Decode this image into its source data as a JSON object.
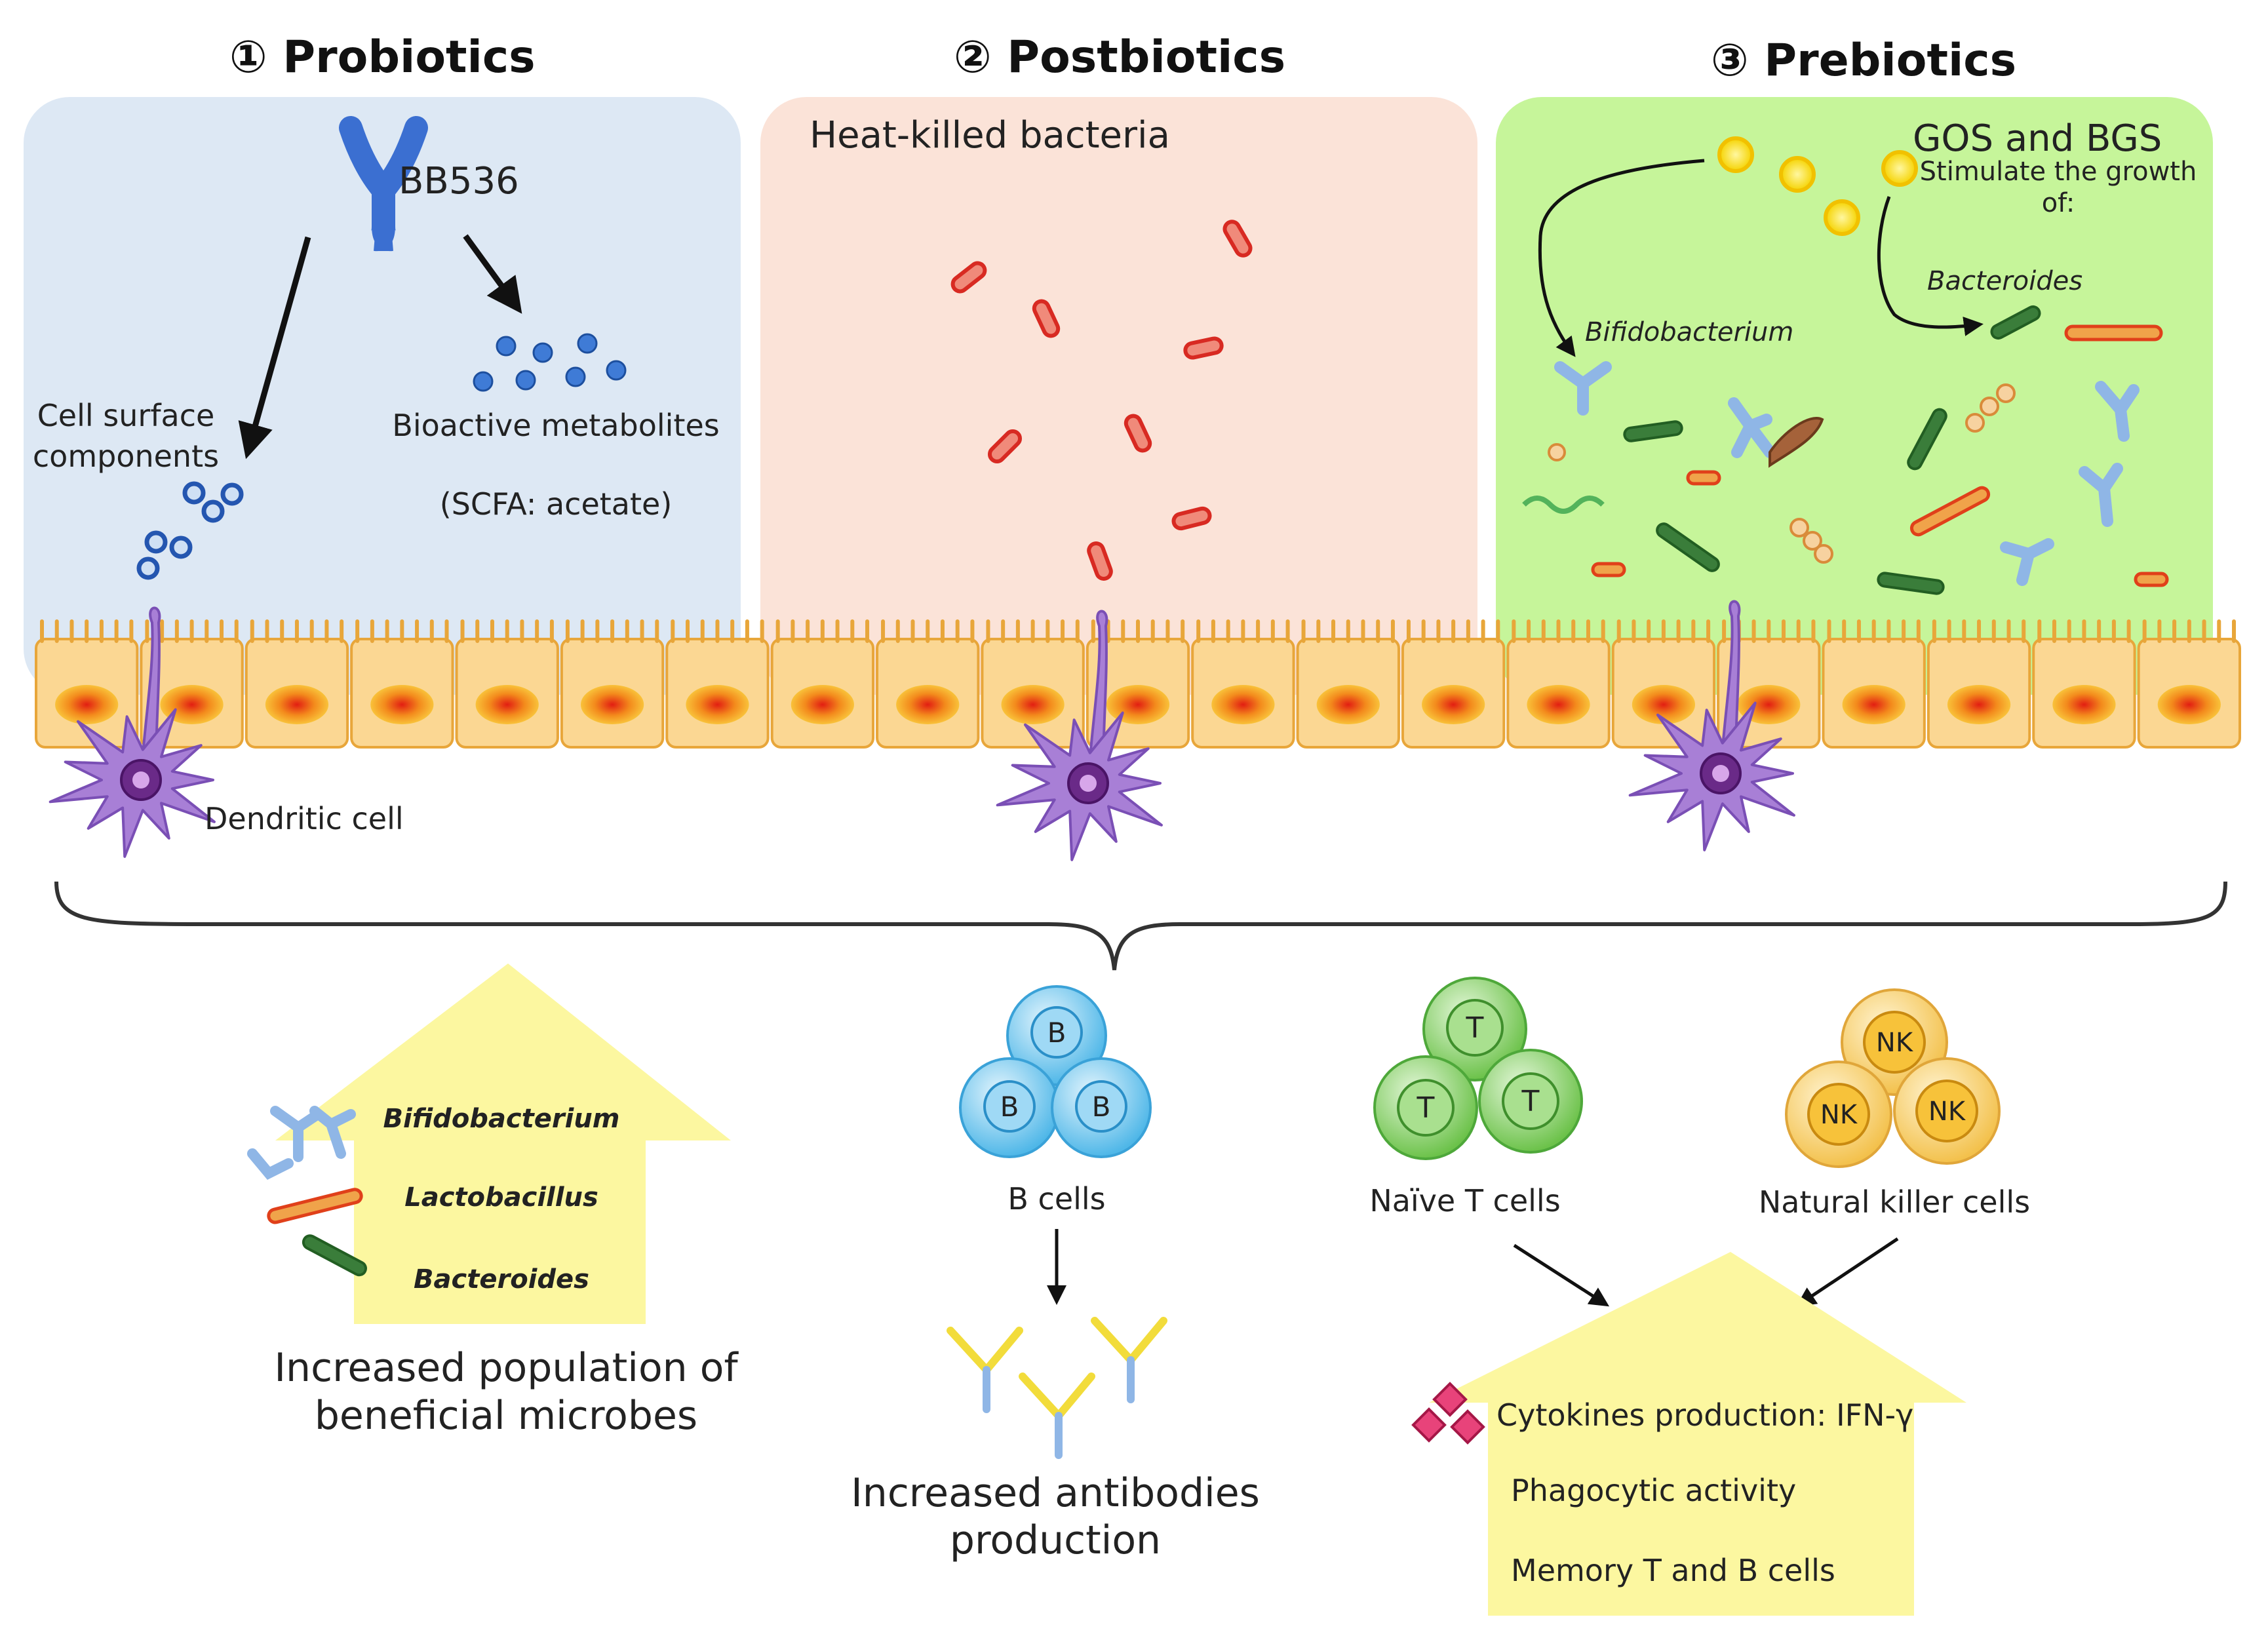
{
  "sections": [
    {
      "title": "① Probiotics",
      "strain": "BB536",
      "label_left": "Cell surface components",
      "label_right": "Bioactive metabolites",
      "label_right_sub": "(SCFA: acetate)"
    },
    {
      "title": "② Postbiotics",
      "subtitle": "Heat-killed bacteria"
    },
    {
      "title": "③ Prebiotics",
      "subtitle": "GOS and BGS",
      "note": "Stimulate the growth of:",
      "bifido_label": "Bifidobacterium",
      "bacteroides_label": "Bacteroides"
    }
  ],
  "dendritic_label": "Dendritic cell",
  "outcomes": {
    "microbes": {
      "items": [
        "Bifidobacterium",
        "Lactobacillus",
        "Bacteroides"
      ],
      "caption_line1": "Increased population of",
      "caption_line2": "beneficial microbes"
    },
    "b_cells": {
      "cell_letter": "B",
      "label": "B cells",
      "caption_line1": "Increased antibodies",
      "caption_line2": "production"
    },
    "t_cells": {
      "cell_letter": "T",
      "label": "Naïve T cells"
    },
    "nk_cells": {
      "cell_letter": "NK",
      "label": "Natural killer cells"
    },
    "immune": {
      "items": [
        "Cytokines production: IFN-γ",
        "Phagocytic activity",
        "Memory T and B cells"
      ]
    }
  },
  "colors": {
    "probiotics_panel": "#dde8f4",
    "postbiotics_panel": "#fbe3d8",
    "prebiotics_panel": "#c6f59a",
    "epithelium": "#fbd793",
    "dendritic": "#a87fd6",
    "highlight_arrow": "#fcf7a0"
  }
}
